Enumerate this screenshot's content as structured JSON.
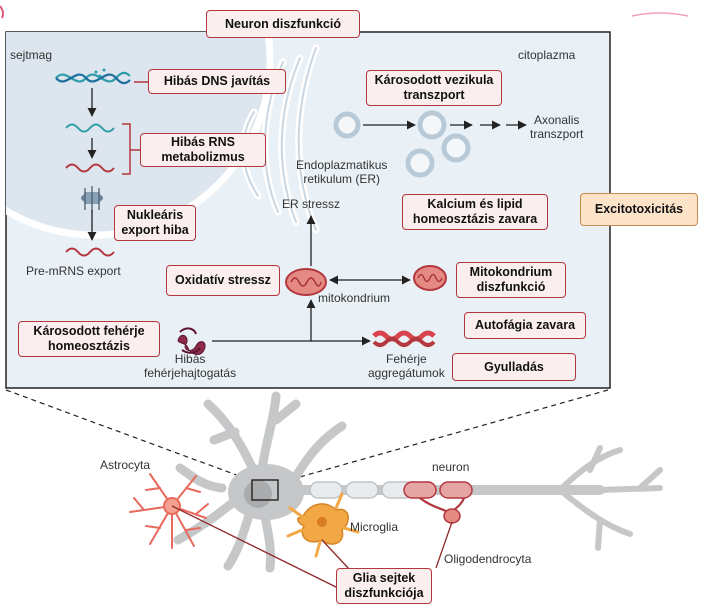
{
  "title": "Neuron diszfunkció",
  "regions": {
    "nucleus": "sejtmag",
    "cytoplasm": "citoplazma"
  },
  "boxes": {
    "dna_repair": "Hibás DNS javítás",
    "rna_line1": "Hibás RNS",
    "rna_line2": "metabolizmus",
    "nuclear_line1": "Nukleáris",
    "nuclear_line2": "export hiba",
    "vesicle_line1": "Károsodott vezikula",
    "vesicle_line2": "transzport",
    "calcium_line1": "Kalcium és lipid",
    "calcium_line2": "homeosztázis zavara",
    "excitotoxicity": "Excitotoxicitás",
    "oxidative": "Oxidatív stressz",
    "mito_line1": "Mitokondrium",
    "mito_line2": "diszfunkció",
    "autophagy": "Autofágia zavara",
    "protein_line1": "Károsodott fehérje",
    "protein_line2": "homeosztázis",
    "inflammation": "Gyulladás",
    "glia_line1": "Glia sejtek",
    "glia_line2": "diszfunkciója"
  },
  "labels": {
    "pre_mrna": "Pre-mRNS export",
    "er_line1": "Endoplazmatikus",
    "er_line2": "retikulum (ER)",
    "er_stress": "ER stressz",
    "axonal_line1": "Axonalis",
    "axonal_line2": "transzport",
    "mitochondrion": "mitokondrium",
    "misfold_line1": "Hibás",
    "misfold_line2": "fehérjehajtogatás",
    "aggregate_line1": "Fehérje",
    "aggregate_line2": "aggregátumok",
    "astrocyte": "Astrocyta",
    "neuron": "neuron",
    "microglia": "Microglia",
    "oligodendrocyte": "Oligodendrocyta"
  },
  "colors": {
    "accent": "#b3373f",
    "box_fill": "#fbeeee",
    "excito_fill": "#fde4c8",
    "panel_bg": "#eaf1f6",
    "nucleus_bg": "#dde6ee"
  }
}
